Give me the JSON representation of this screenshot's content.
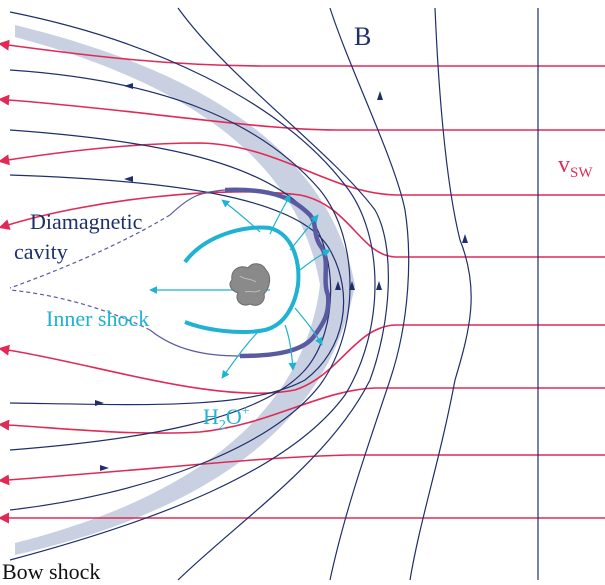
{
  "labels": {
    "b_field": "B",
    "solar_wind_v": "v",
    "solar_wind_sub": "SW",
    "cavity_line1": "Diamagnetic",
    "cavity_line2": "cavity",
    "inner_shock": "Inner shock",
    "ion_H": "H",
    "ion_sub": "2",
    "ion_O": "O",
    "ion_sup": "+",
    "bow_shock": "Bow shock"
  },
  "colors": {
    "field_lines": "#1f2f6b",
    "solar_wind": "#e02a55",
    "ion_flow": "#1fb2d2",
    "bow_shock_band": "#c8d0e2",
    "cavity_boundary": "#5a5aa0",
    "nucleus": "#8a8a8a"
  },
  "icons": {
    "nucleus": "comet-nucleus-icon",
    "flow_arrow": "arrowhead-icon"
  }
}
